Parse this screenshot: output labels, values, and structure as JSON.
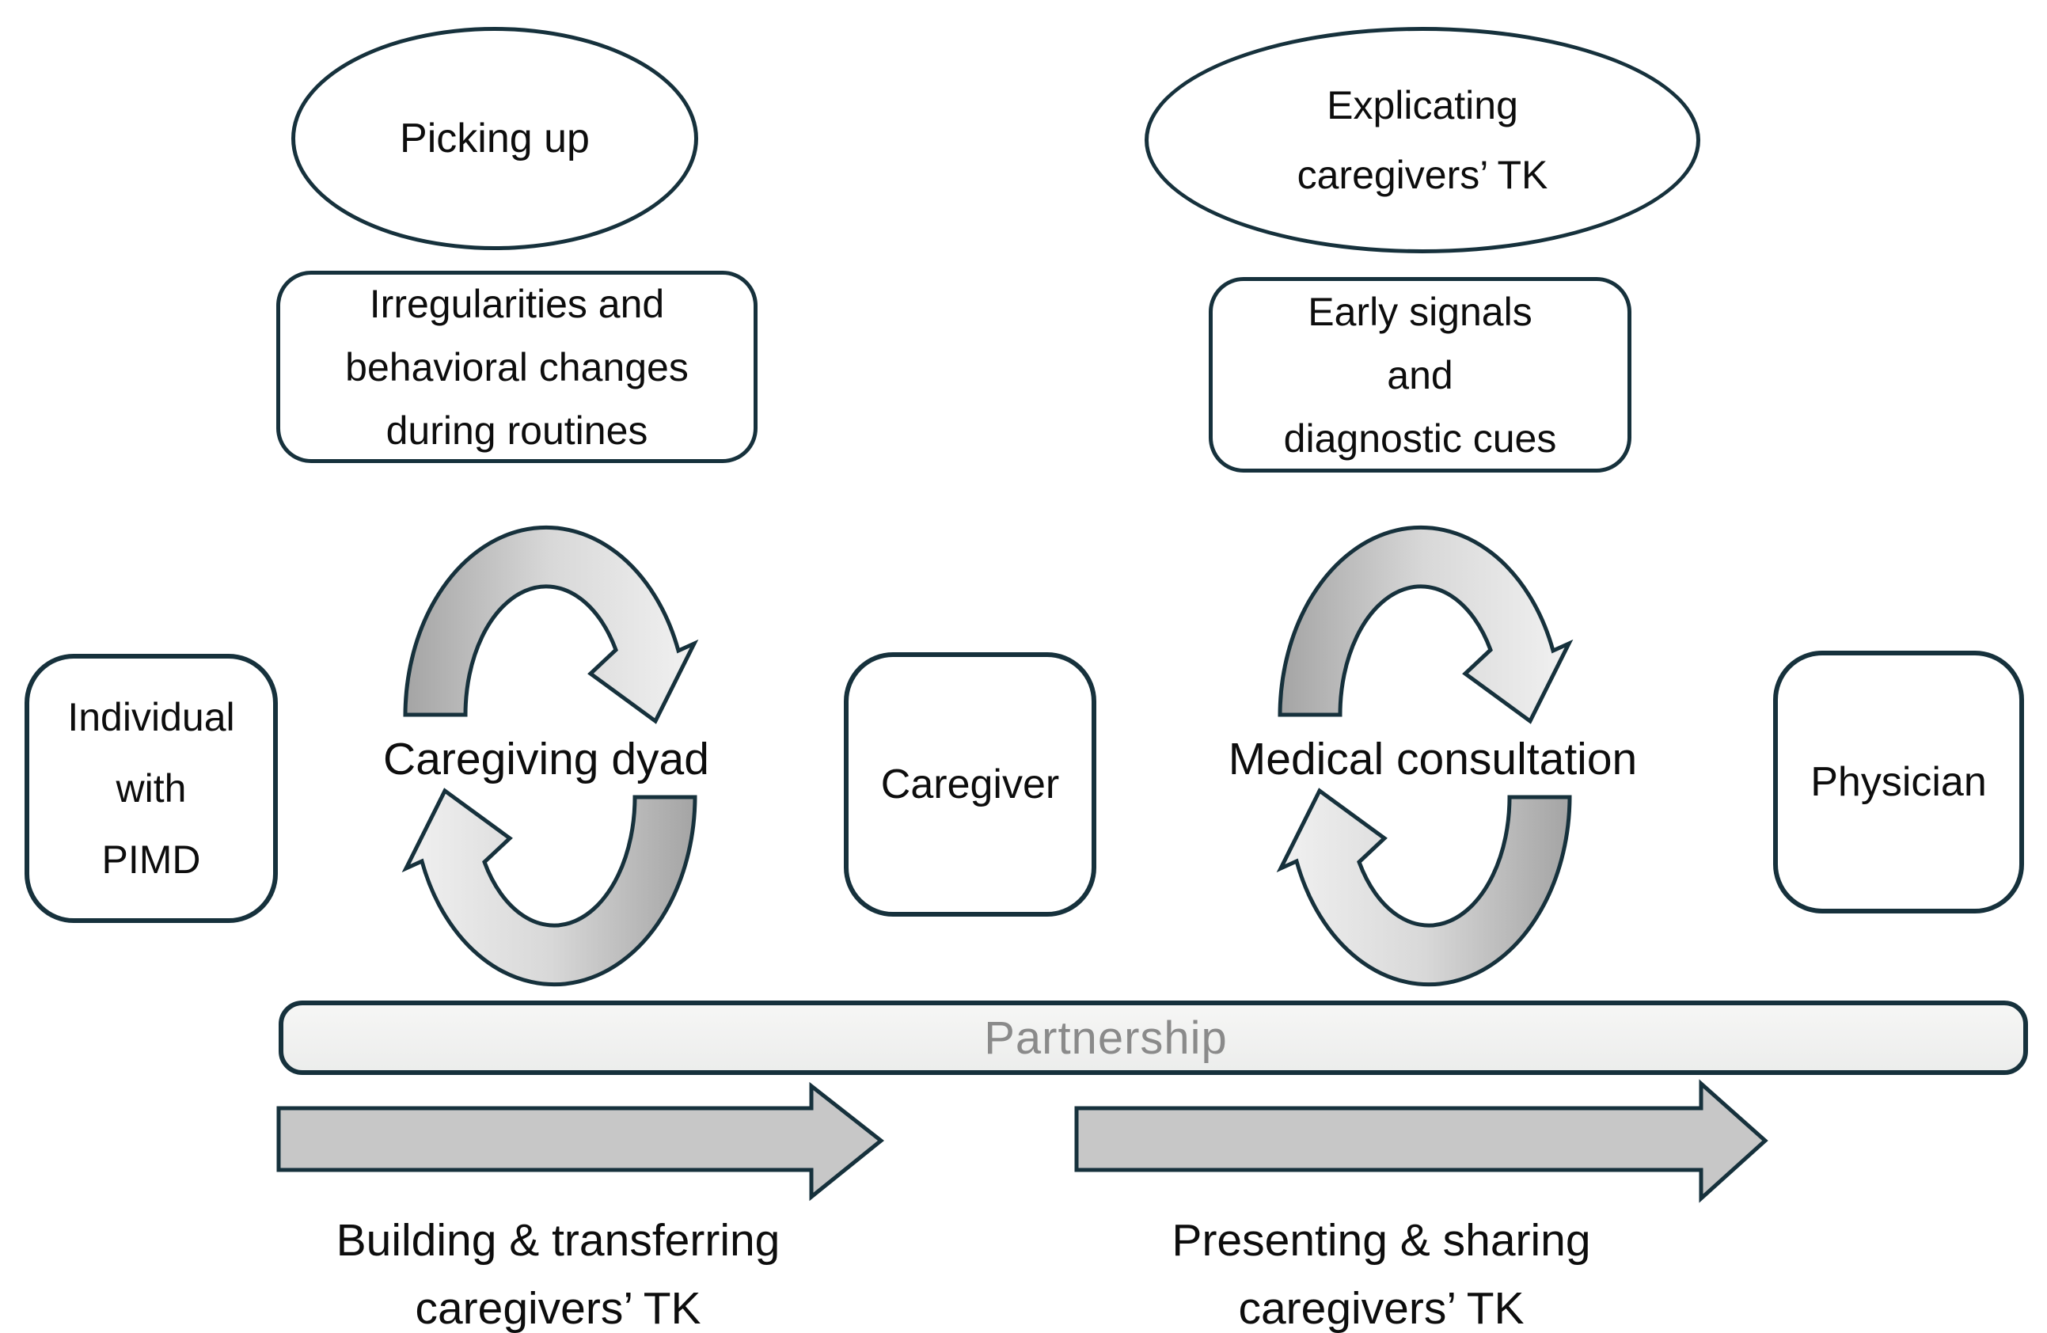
{
  "figure": {
    "description": "Diagram of caregivers tacit knowledge flow between caregiving dyad and medical consultation"
  },
  "colors": {
    "outline": "#16313c",
    "text": "#0d0d0d",
    "band_dark": "#a4a4a4",
    "band_mid": "#d8d8d8",
    "band_light": "#f1f1f1",
    "flow_arrow_fill": "#c7c7c7",
    "partnership_fill": "#f1f1f0",
    "partnership_text": "#8a8a8a"
  },
  "nodes": {
    "picking_up": {
      "label": "Picking up"
    },
    "explicating": {
      "line1": "Explicating",
      "line2": "caregivers’ TK"
    },
    "irregularities": {
      "line1": "Irregularities and",
      "line2": "behavioral changes",
      "line3": "during routines"
    },
    "early_signals": {
      "line1": "Early signals",
      "line2": "and",
      "line3": "diagnostic cues"
    },
    "individual": {
      "line1": "Individual",
      "line2": "with",
      "line3": "PIMD"
    },
    "caregiver": {
      "label": "Caregiver"
    },
    "physician": {
      "label": "Physician"
    }
  },
  "cycles": {
    "caregiving_dyad": {
      "label": "Caregiving dyad"
    },
    "medical_consultation": {
      "label": "Medical consultation"
    }
  },
  "partnership": {
    "label": "Partnership"
  },
  "flow_labels": {
    "building": {
      "line1": "Building & transferring",
      "line2": "caregivers’ TK"
    },
    "presenting": {
      "line1": "Presenting &  sharing",
      "line2": "caregivers’ TK"
    }
  }
}
